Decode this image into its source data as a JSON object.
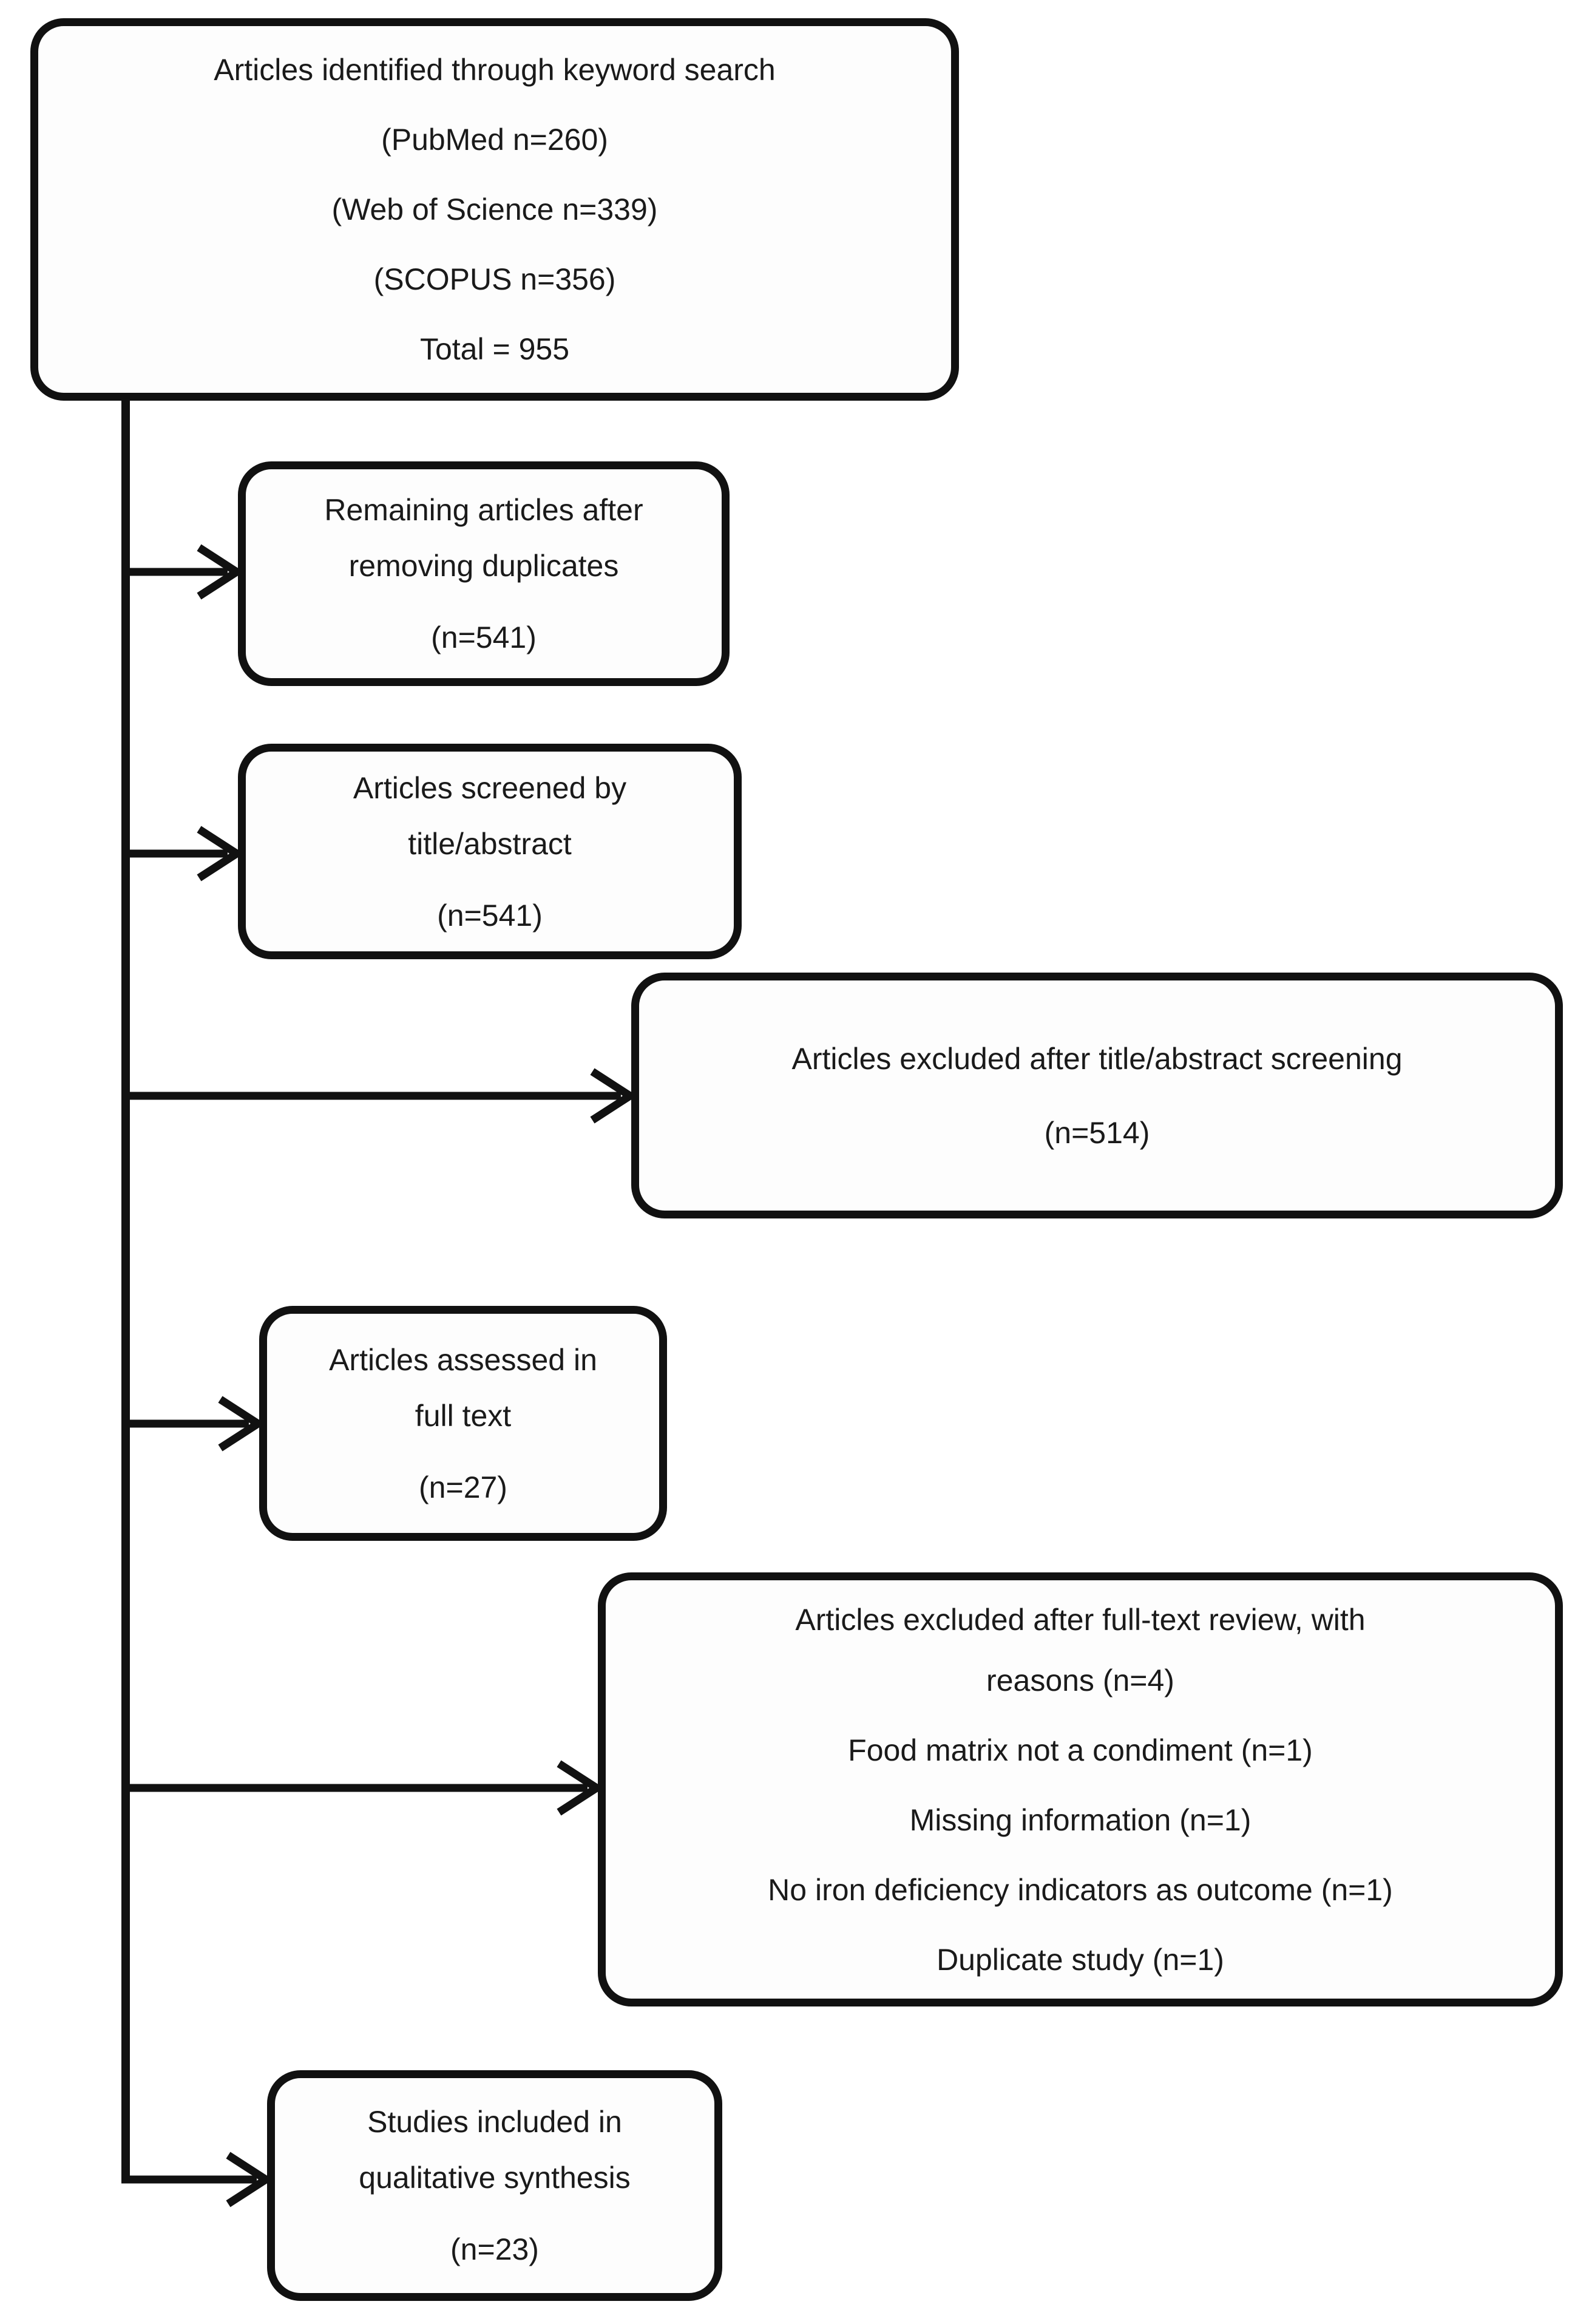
{
  "boxes": {
    "identified": {
      "lines": [
        "Articles identified through keyword search",
        "(PubMed n=260)",
        "(Web of Science n=339)",
        "(SCOPUS n=356)",
        "Total = 955"
      ]
    },
    "deduplicated": {
      "lines": [
        "Remaining articles after",
        "removing duplicates",
        "(n=541)"
      ]
    },
    "screened": {
      "lines": [
        "Articles screened by",
        "title/abstract",
        "(n=541)"
      ]
    },
    "excluded_title_abstract": {
      "lines": [
        "Articles excluded after title/abstract screening",
        "(n=514)"
      ]
    },
    "full_text": {
      "lines": [
        "Articles assessed in",
        "full text",
        "(n=27)"
      ]
    },
    "excluded_full_text": {
      "lines": [
        "Articles excluded after full-text review, with",
        "reasons (n=4)",
        "Food matrix not a condiment (n=1)",
        "Missing information (n=1)",
        "No iron deficiency indicators as outcome (n=1)",
        "Duplicate study (n=1)"
      ]
    },
    "included": {
      "lines": [
        "Studies included in",
        "qualitative synthesis",
        "(n=23)"
      ]
    }
  },
  "colors": {
    "line": "#111111",
    "text": "#1a1a1a",
    "box_fill": "#fdfdfd",
    "background": "#ffffff"
  }
}
